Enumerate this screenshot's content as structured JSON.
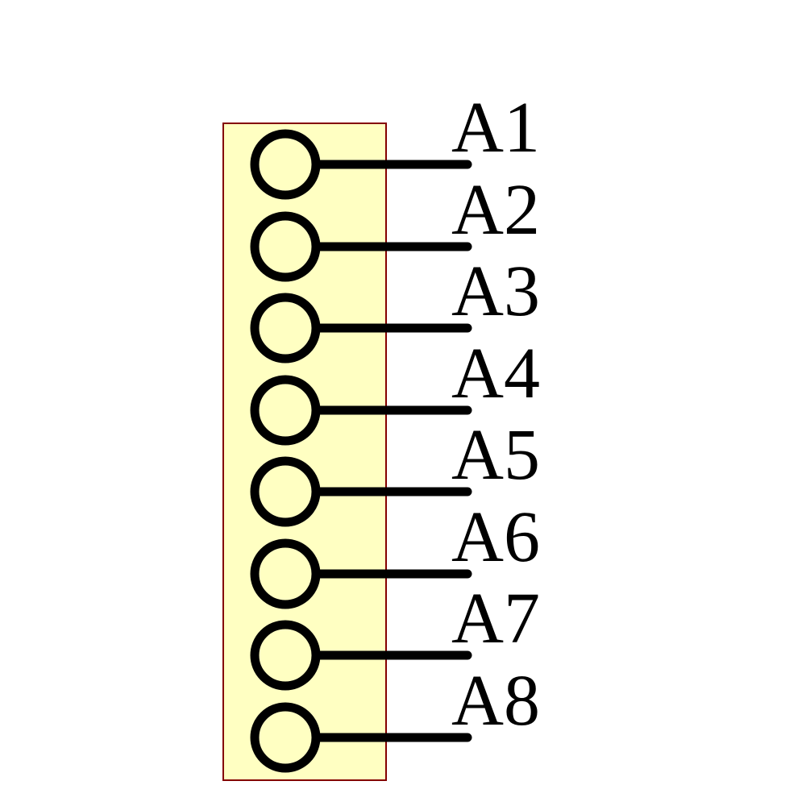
{
  "diagram": {
    "colors": {
      "background": "#FFFFFF",
      "body_fill": "#FFFFC2",
      "body_border": "#840000",
      "pin_stroke": "#000000",
      "label_text": "#000000"
    },
    "pins": [
      {
        "label": "A1"
      },
      {
        "label": "A2"
      },
      {
        "label": "A3"
      },
      {
        "label": "A4"
      },
      {
        "label": "A5"
      },
      {
        "label": "A6"
      },
      {
        "label": "A7"
      },
      {
        "label": "A8"
      }
    ]
  }
}
